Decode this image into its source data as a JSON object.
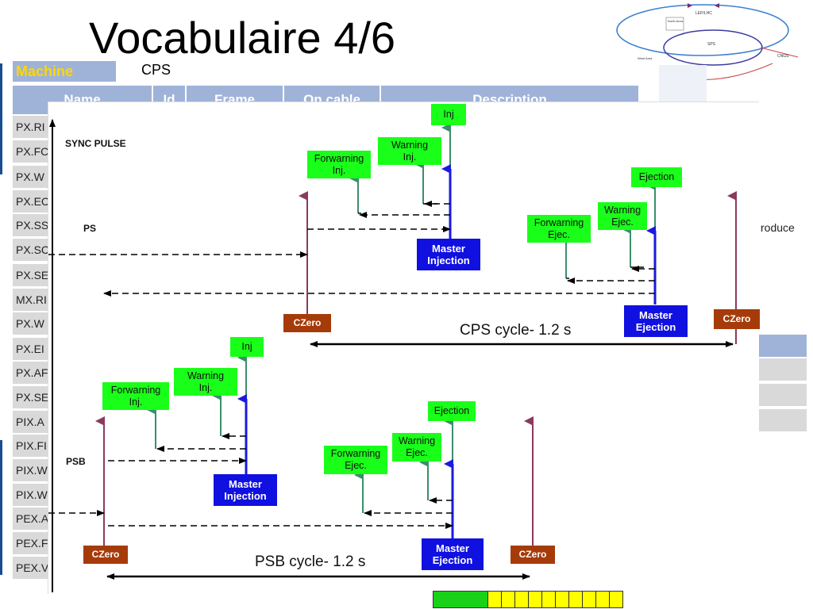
{
  "slide": {
    "title": "Vocabulaire 4/6",
    "side_text": "roduce"
  },
  "table": {
    "machine_label": "Machine",
    "machine_value": "CPS",
    "headers": [
      "Name",
      "Id",
      "Frame",
      "On cable",
      "Description"
    ],
    "rows": [
      "PX.RI",
      "PX.FC",
      "PX.W",
      "PX.EC",
      "PX.SS",
      "PX.SC",
      "PX.SE",
      "MX.RI",
      "PX.W",
      "PX.EI",
      "PX.AF",
      "PX.SE",
      "PIX.A",
      "PIX.FI",
      "PIX.W",
      "PIX.W",
      "PEX.A",
      "PEX.F",
      "PEX.V"
    ]
  },
  "map": {
    "labels": [
      "LEP/LHC",
      "North Area",
      "SPS",
      "CNGS",
      "West Area"
    ]
  },
  "diagram": {
    "labels": {
      "sync_pulse": "SYNC PULSE",
      "ps": "PS",
      "psb": "PSB"
    },
    "cps": {
      "inj": "Inj",
      "warning_inj": "Warning\nInj.",
      "forwarning_inj": "Forwarning\nInj.",
      "master_injection": "Master\nInjection",
      "ejection": "Ejection",
      "warning_ejec": "Warning\nEjec.",
      "forwarning_ejec": "Forwarning\nEjec.",
      "master_ejection": "Master\nEjection",
      "czero_1": "CZero",
      "czero_2": "CZero",
      "cycle": "CPS cycle- 1.2 s"
    },
    "psb": {
      "inj": "Inj",
      "warning_inj": "Warning\nInj.",
      "forwarning_inj": "Forwarning\nInj.",
      "master_injection": "Master\nInjection",
      "ejection": "Ejection",
      "warning_ejec": "Warning\nEjec.",
      "forwarning_ejec": "Forwarning\nEjec.",
      "master_ejection": "Master\nEjection",
      "czero_1": "CZero",
      "czero_2": "CZero",
      "cycle": "PSB cycle- 1.2 s"
    }
  },
  "progress": {
    "completed_segments": 1,
    "total_segments": 11
  },
  "colors": {
    "header_blue": "#9fb3d8",
    "machine_label": "#ffd700",
    "green_box": "#19ff19",
    "blue_box": "#1010e0",
    "czero_box": "#a63b0a",
    "inj_arrow": "#3a8f6a",
    "master_arrow": "#1a1ae0",
    "czero_arrow": "#8b3a5e"
  }
}
